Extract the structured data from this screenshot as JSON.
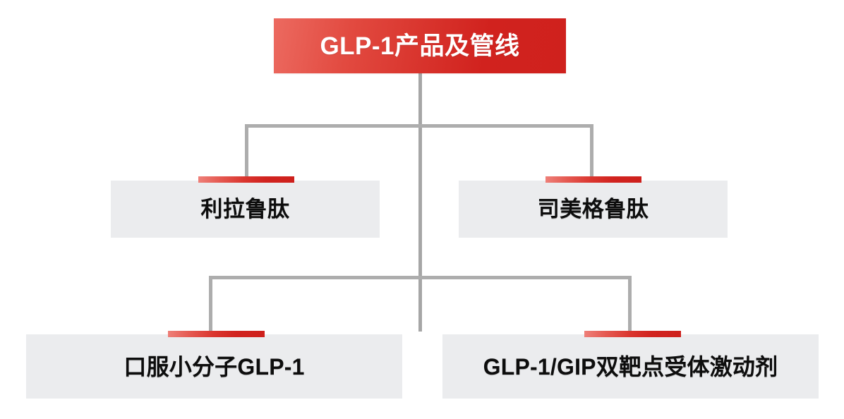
{
  "diagram": {
    "title": "GLP-1产品及管线",
    "type": "hierarchy-tree",
    "background_color": "#FFFFFF",
    "root": {
      "label": "GLP-1产品及管线",
      "text_color": "#FFFFFF",
      "fill_gradient_from": "#EC6A60",
      "fill_gradient_to": "#CF211D"
    },
    "branches": [
      {
        "label": "利拉鲁肽",
        "level": 1,
        "position": "left",
        "box_color": "#EBECEE",
        "accent_color": "#D1231F",
        "text_color": "#0D0D0D"
      },
      {
        "label": "司美格鲁肽",
        "level": 1,
        "position": "right",
        "box_color": "#EBECEE",
        "accent_color": "#D1231F",
        "text_color": "#0D0D0D"
      },
      {
        "label": "口服小分子GLP-1",
        "level": 2,
        "position": "left",
        "box_color": "#EBECEE",
        "accent_color": "#D1231F",
        "text_color": "#0D0D0D"
      },
      {
        "label": "GLP-1/GIP双靶点受体激动剂",
        "level": 2,
        "position": "right",
        "box_color": "#EBECEE",
        "accent_color": "#D1231F",
        "text_color": "#0D0D0D"
      }
    ],
    "connector_color": "#ADADAD"
  }
}
